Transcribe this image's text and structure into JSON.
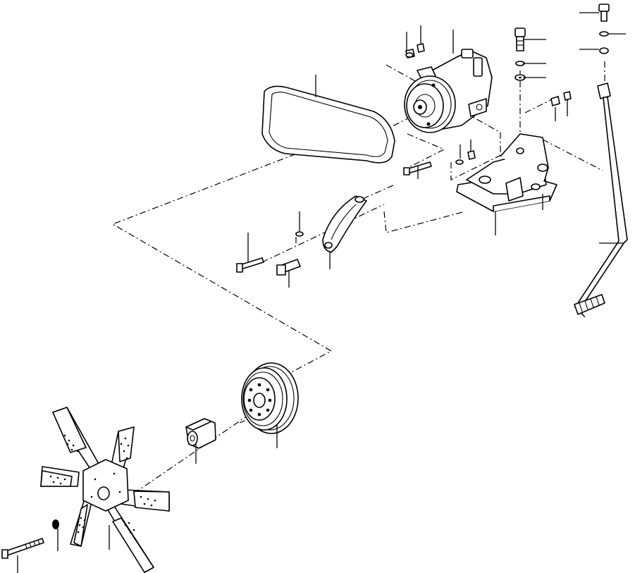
{
  "figure": {
    "kind": "exploded-parts-diagram",
    "colors": {
      "line": "#000000",
      "background": "#ffffff"
    },
    "parts": [
      "fan",
      "spacer",
      "crankshaft-pulley",
      "fan-bolt",
      "fan-lockwasher",
      "v-belt",
      "compressor",
      "adjusting-strap",
      "mounting-bracket",
      "support-rod",
      "bolt",
      "washer",
      "nut"
    ]
  }
}
